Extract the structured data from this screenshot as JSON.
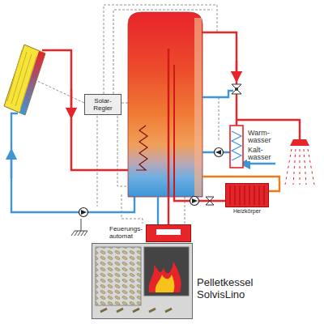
{
  "diagram": {
    "nodes": [
      {
        "text": [
          "Solar- Regler"
        ]
      },
      {
        "text": [
          "Heizkörper"
        ]
      },
      {
        "text": [
          "Feuerungs- automat"
        ]
      },
      {
        "text": [
          "Pelletkessel SolvisLino"
        ]
      }
    ],
    "labels": [
      "Warm- wasser",
      "Kalt- wasser"
    ]
  }
}
